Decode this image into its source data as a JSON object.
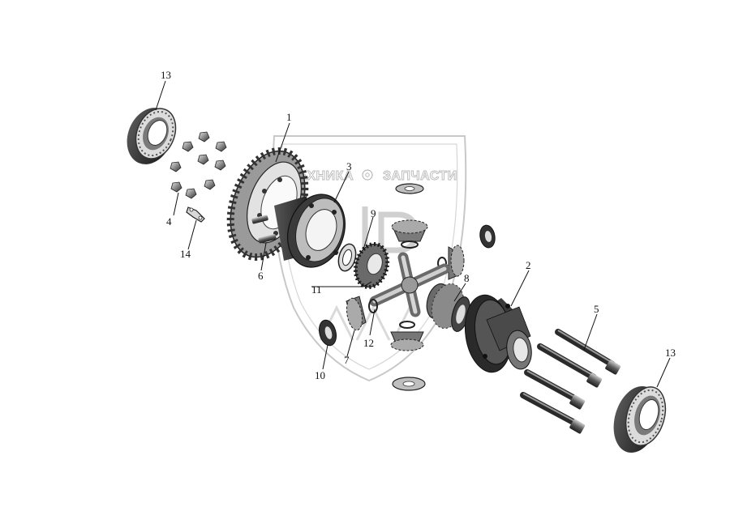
{
  "watermark": {
    "left": "ТЕХНИКА",
    "right": "ЗАПЧАСТИ"
  },
  "callouts": {
    "c1": "1",
    "c2": "2",
    "c3": "3",
    "c4": "4",
    "c5": "5",
    "c6": "6",
    "c7": "7",
    "c8": "8",
    "c9": "9",
    "c10": "10",
    "c11": "11",
    "c12": "12",
    "c13a": "13",
    "c13b": "13",
    "c14": "14"
  },
  "colors": {
    "metal_dark": "#2a2a2a",
    "metal_mid": "#7a7a7a",
    "metal_light": "#cfcfcf",
    "watermark": "#c8c8c8"
  }
}
